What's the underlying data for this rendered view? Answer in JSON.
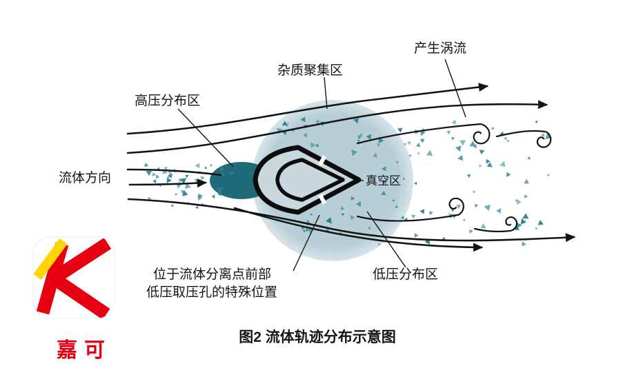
{
  "figure": {
    "caption": "图2   流体轨迹分布示意图"
  },
  "labels": {
    "vortex": "产生涡流",
    "impurity_zone": "杂质聚集区",
    "high_pressure_zone": "高压分布区",
    "flow_direction": "流体方向",
    "vacuum_zone": "真空区",
    "tap_position_line1": "位于流体分离点前部",
    "tap_position_line2": "低压取压孔的特殊位置",
    "low_pressure_zone": "低压分布区"
  },
  "logo": {
    "brand": "嘉可"
  },
  "colors": {
    "stream": "#141414",
    "speckle": "#2c8290",
    "pressure_ellipse": "#206b7a",
    "impurity_circle": "#b7ced6",
    "probe_fill": "#c9d8de",
    "logo_red": "#e60012",
    "logo_yellow": "#ffd400"
  }
}
